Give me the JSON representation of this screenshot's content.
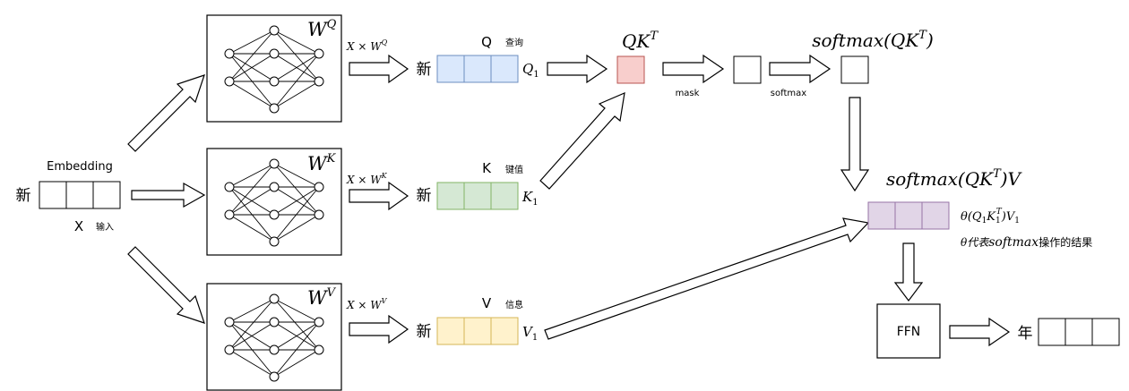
{
  "colors": {
    "q_fill": "#dae8fc",
    "q_stroke": "#6c8ebf",
    "k_fill": "#d5e8d4",
    "k_stroke": "#82b366",
    "v_fill": "#fff2cc",
    "v_stroke": "#d6b656",
    "qk_fill": "#f8cecc",
    "qk_stroke": "#b85450",
    "out_fill": "#e1d5e7",
    "out_stroke": "#9673a6"
  },
  "input": {
    "char": "新",
    "caption": "Embedding",
    "label": "X",
    "sub": "输入"
  },
  "weights": {
    "q": "W",
    "q_sup": "Q",
    "k": "W",
    "k_sup": "K",
    "v": "W",
    "v_sup": "V"
  },
  "ops": {
    "q": "X × W",
    "q_sup": "Q",
    "k": "X × W",
    "k_sup": "K",
    "v": "X × W",
    "v_sup": "V"
  },
  "vectors": {
    "q": {
      "char": "新",
      "name": "Q",
      "desc": "查询",
      "sym": "Q",
      "sym_sub": "1"
    },
    "k": {
      "char": "新",
      "name": "K",
      "desc": "键值",
      "sym": "K",
      "sym_sub": "1"
    },
    "v": {
      "char": "新",
      "name": "V",
      "desc": "信息",
      "sym": "V",
      "sym_sub": "1"
    }
  },
  "qk": {
    "label": "QK",
    "sup": "T"
  },
  "mask": {
    "label": "mask"
  },
  "softmax_step": {
    "label": "softmax"
  },
  "softmax_title": {
    "label": "softmax(QK",
    "sup": "T",
    "close": ")"
  },
  "output_title": {
    "label": "softmax(QK",
    "sup": "T",
    "close": ")V"
  },
  "theta": {
    "expr_a": "θ(Q",
    "expr_a_sub": "1",
    "expr_b": "K",
    "expr_b_sub": "1",
    "expr_b_sup": "T",
    "expr_c": ")V",
    "expr_c_sub": "1",
    "note_a": "θ代表",
    "note_b": "softmax",
    "note_c": "操作的结果"
  },
  "ffn": {
    "label": "FFN"
  },
  "result": {
    "char": "年"
  }
}
